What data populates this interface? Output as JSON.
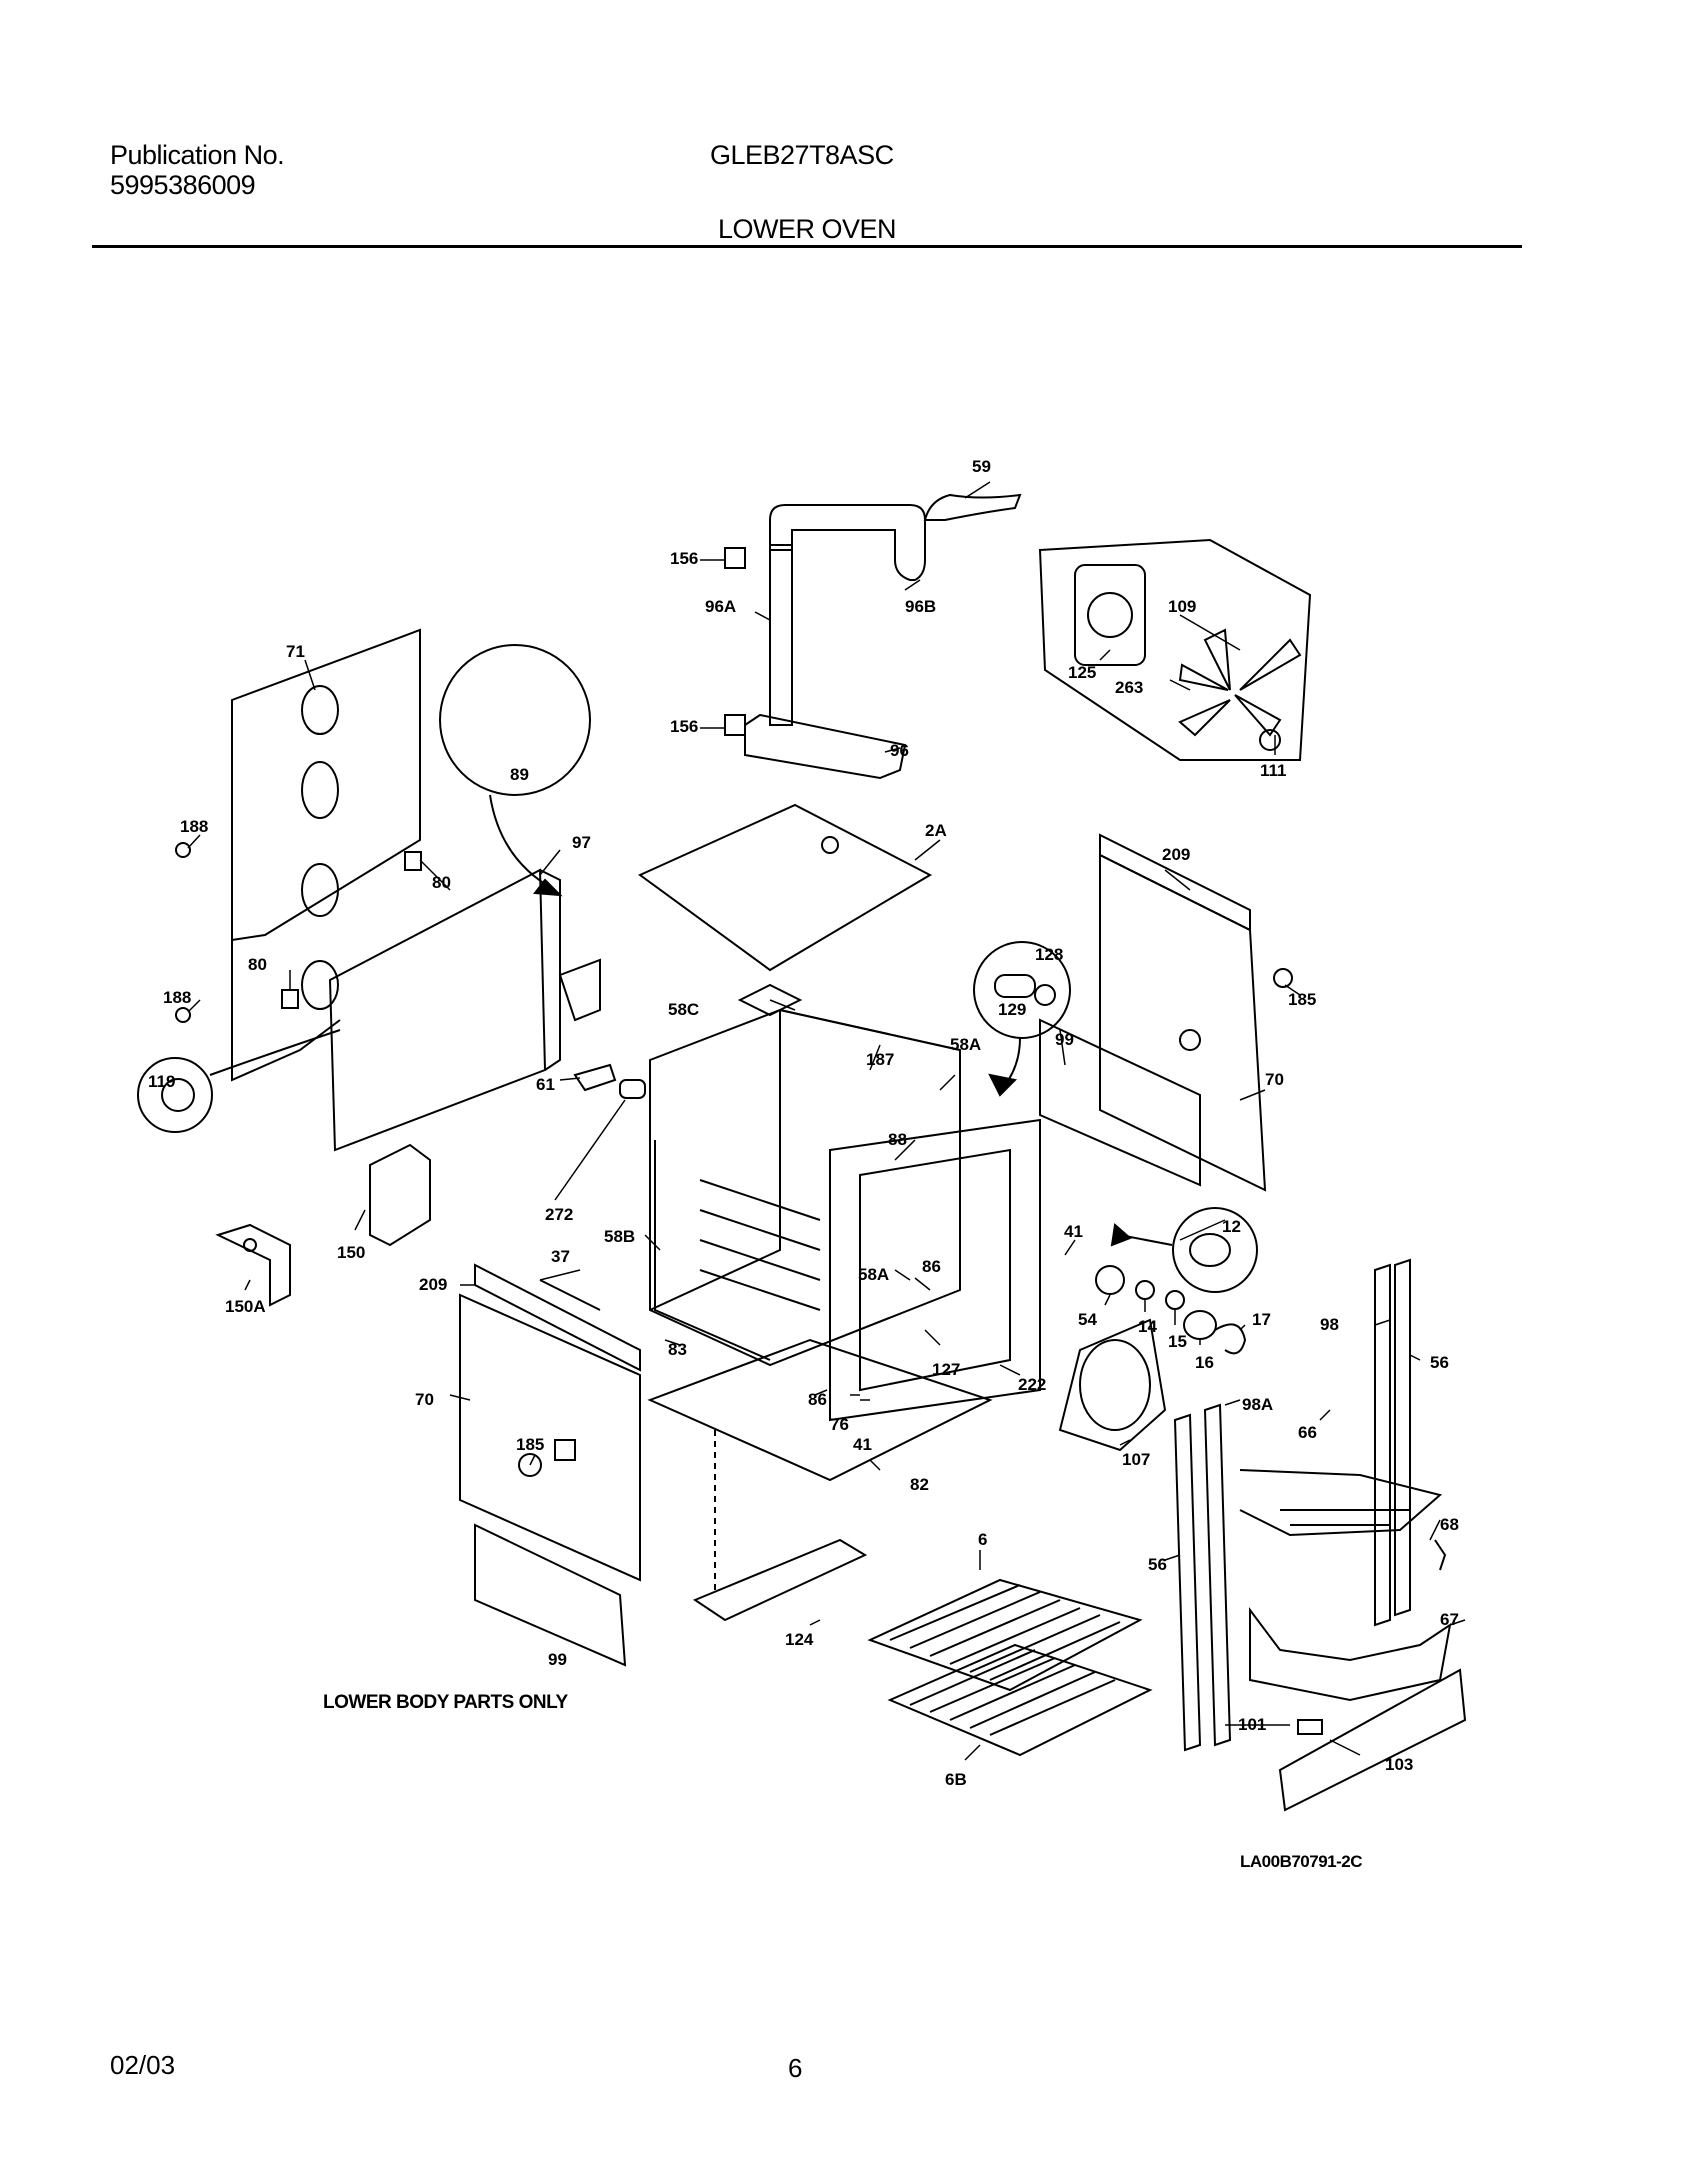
{
  "header": {
    "publication_label": "Publication No.",
    "publication_number": "5995386009",
    "model": "GLEB27T8ASC",
    "section_title": "LOWER OVEN"
  },
  "callouts": [
    "59",
    "156",
    "96A",
    "96B",
    "109",
    "125",
    "263",
    "111",
    "156",
    "96",
    "71",
    "89",
    "188",
    "97",
    "80",
    "2A",
    "209",
    "80",
    "188",
    "128",
    "129",
    "185",
    "58C",
    "58A",
    "99",
    "70",
    "119",
    "61",
    "187",
    "88",
    "272",
    "150",
    "58B",
    "12",
    "41",
    "37",
    "209",
    "150A",
    "58A",
    "86",
    "54",
    "14",
    "15",
    "16",
    "17",
    "98",
    "56",
    "83",
    "127",
    "222",
    "70",
    "185",
    "86",
    "76",
    "41",
    "82",
    "107",
    "98A",
    "66",
    "68",
    "56",
    "6",
    "124",
    "67",
    "99",
    "101",
    "103",
    "6B"
  ],
  "notes": {
    "lower_body_parts": "LOWER BODY PARTS ONLY",
    "diagram_code": "LA00B70791-2C"
  },
  "footer": {
    "date": "02/03",
    "page": "6"
  }
}
